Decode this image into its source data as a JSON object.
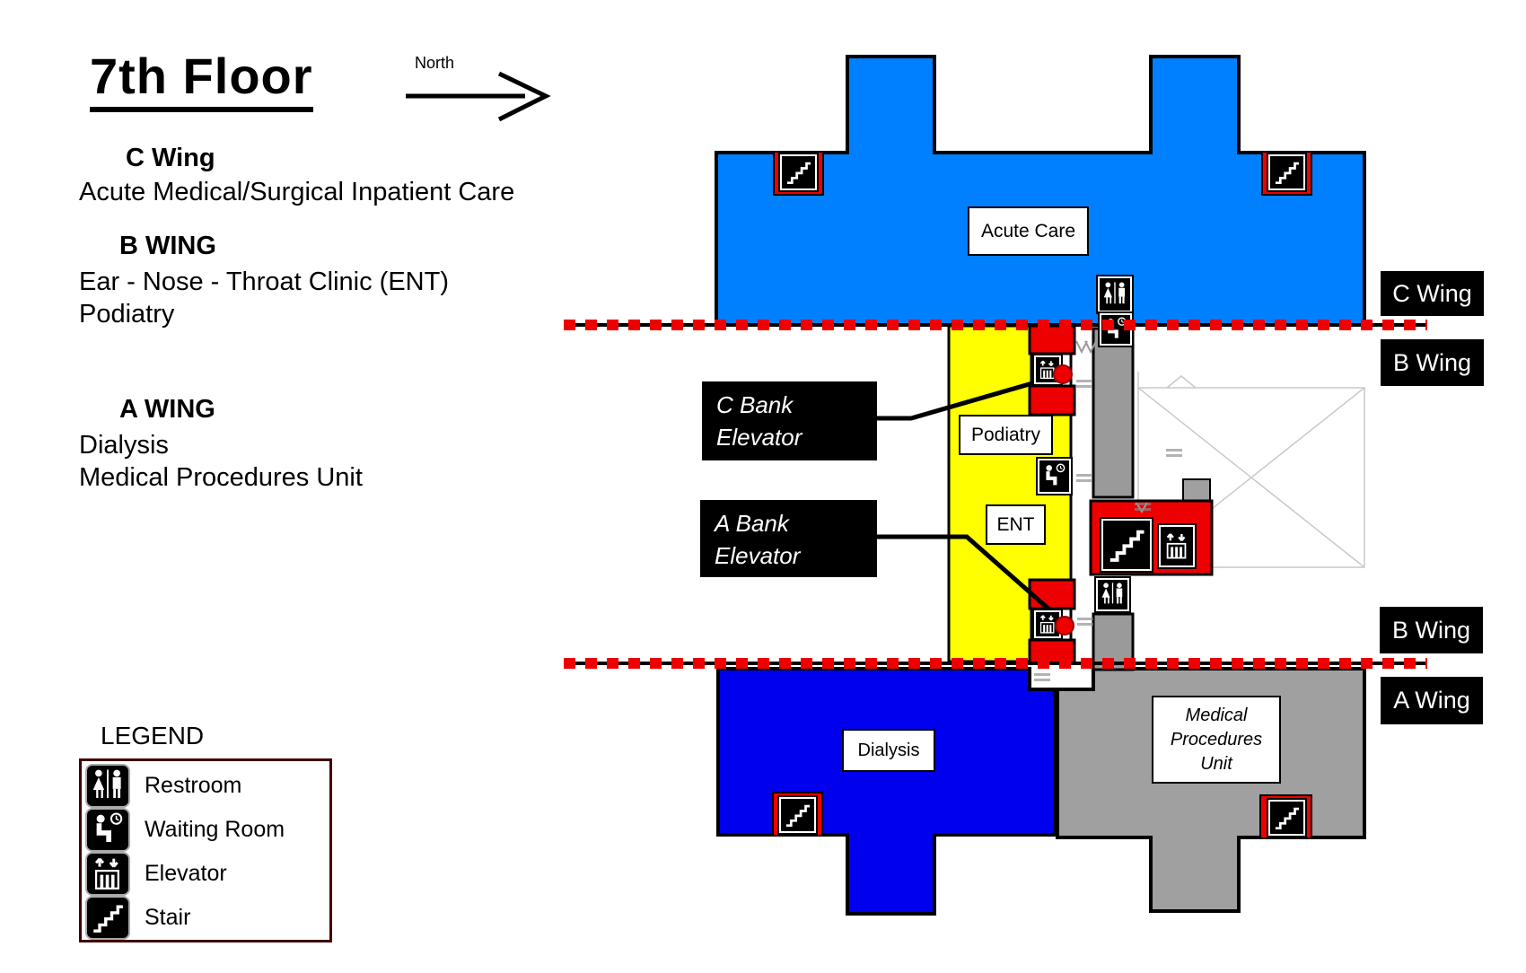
{
  "header": {
    "title": "7th Floor",
    "north_label": "North"
  },
  "wings": [
    {
      "name": "C Wing",
      "lines": [
        "Acute Medical/Surgical Inpatient Care"
      ]
    },
    {
      "name": "B WING",
      "lines": [
        "Ear - Nose - Throat Clinic (ENT)",
        "Podiatry"
      ]
    },
    {
      "name": "A WING",
      "lines": [
        "Dialysis",
        "Medical Procedures Unit"
      ]
    }
  ],
  "legend": {
    "title": "LEGEND",
    "items": [
      {
        "label": "Restroom",
        "icon": "restroom"
      },
      {
        "label": "Waiting Room",
        "icon": "waiting"
      },
      {
        "label": "Elevator",
        "icon": "elevator"
      },
      {
        "label": "Stair",
        "icon": "stair"
      }
    ]
  },
  "map": {
    "rooms": {
      "acute_care": "Acute Care",
      "podiatry": "Podiatry",
      "ent": "ENT",
      "dialysis": "Dialysis",
      "mpu_lines": [
        "Medical",
        "Procedures",
        "Unit"
      ]
    },
    "callouts": {
      "c_bank_lines": [
        "C Bank",
        "Elevator"
      ],
      "a_bank_lines": [
        "A Bank",
        "Elevator"
      ]
    },
    "wing_tags": {
      "c": "C Wing",
      "b_upper": "B Wing",
      "b_lower": "B Wing",
      "a": "A Wing"
    },
    "colors": {
      "c_wing_fill": "#0080FF",
      "b_wing_fill": "#FFFF00",
      "a_wing_dialysis_fill": "#0000EE",
      "procedures_fill": "#A0A0A0",
      "marker_red": "#EE0000",
      "separator_red": "#EE0000",
      "legend_border": "#400000"
    }
  }
}
